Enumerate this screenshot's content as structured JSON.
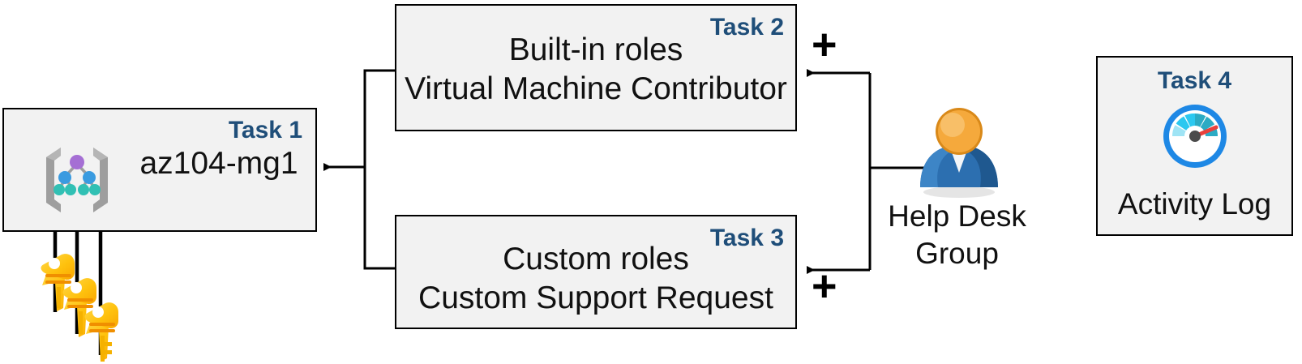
{
  "diagram": {
    "title": "Azure RBAC task diagram",
    "colors": {
      "task_label": "#1F4E79",
      "box_fill": "#F2F2F2",
      "box_border": "#000000",
      "connector": "#000000",
      "key_gold": "#FFC20E",
      "gauge_blue": "#1E88E5",
      "gauge_needle_red": "#E8413C",
      "person_face": "#F0A030",
      "person_suit": "#2C6FB0"
    }
  },
  "task1": {
    "label": "Task 1",
    "name": "az104-mg1",
    "icon": "management-group-icon"
  },
  "task2": {
    "label": "Task 2",
    "line1": "Built-in roles",
    "line2": "Virtual Machine Contributor"
  },
  "task3": {
    "label": "Task 3",
    "line1": "Custom roles",
    "line2": "Custom Support Request"
  },
  "task4": {
    "label": "Task 4",
    "caption": "Activity Log",
    "icon": "gauge-icon"
  },
  "helpdesk": {
    "caption_line1": "Help Desk",
    "caption_line2": "Group",
    "icon": "user-group-icon"
  },
  "operators": {
    "plus_top": "+",
    "plus_bottom": "+"
  },
  "keys": {
    "icon": "keys-icon",
    "count": 3
  }
}
